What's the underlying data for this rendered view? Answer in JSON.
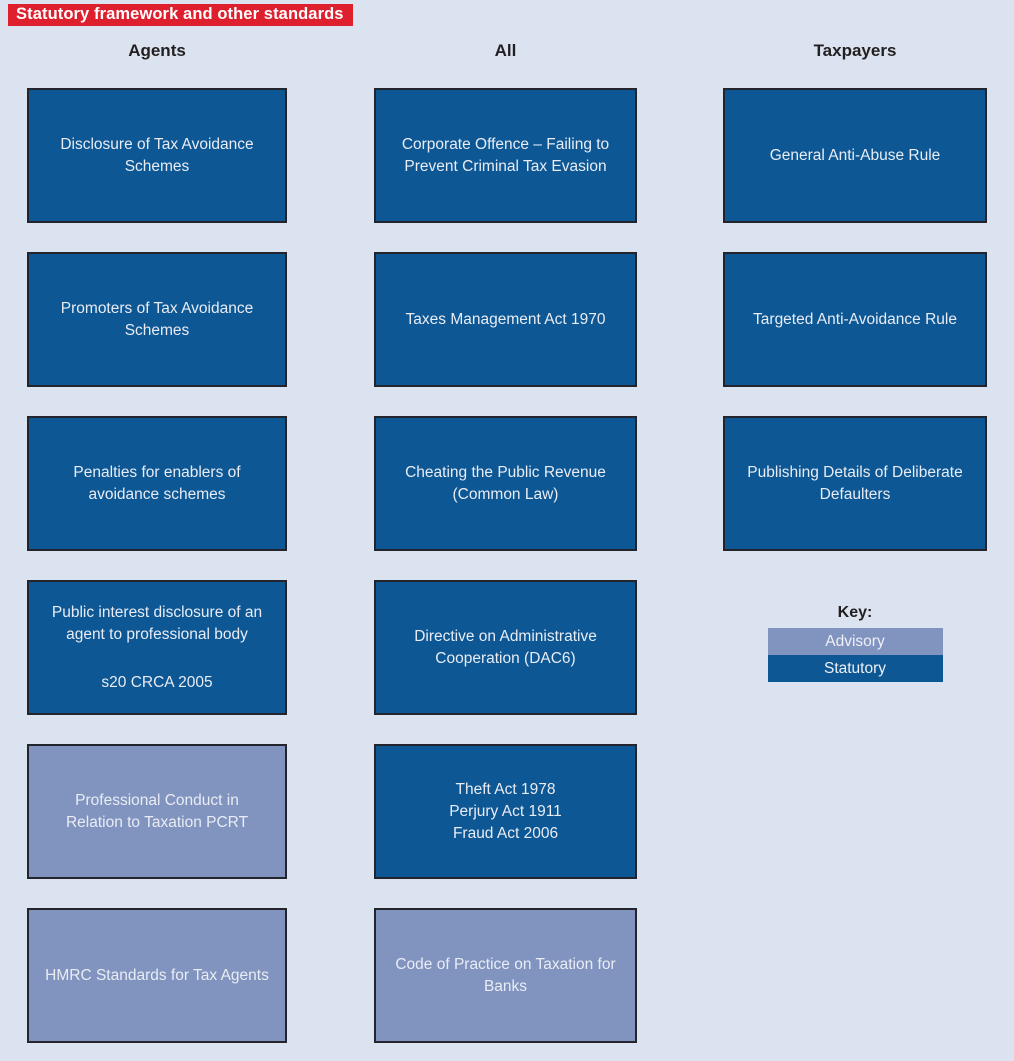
{
  "title": "Statutory framework and other standards",
  "colors": {
    "background": "#dbe2f0",
    "banner_red": "#de1f2e",
    "statutory_blue": "#0c5794",
    "advisory_blue": "#8094bf",
    "box_border": "#23242c",
    "box_text": "#e9ecf4",
    "header_text": "#231f20"
  },
  "columns": [
    {
      "header": "Agents",
      "boxes": [
        {
          "type": "statutory",
          "lines": [
            "Disclosure of Tax Avoidance Schemes"
          ]
        },
        {
          "type": "statutory",
          "lines": [
            "Promoters of Tax Avoidance Schemes"
          ]
        },
        {
          "type": "statutory",
          "lines": [
            "Penalties for enablers of avoidance schemes"
          ]
        },
        {
          "type": "statutory",
          "lines": [
            "Public interest disclosure of an agent to professional body",
            "s20 CRCA 2005"
          ]
        },
        {
          "type": "advisory",
          "lines": [
            "Professional Conduct in Relation to Taxation PCRT"
          ]
        },
        {
          "type": "advisory",
          "lines": [
            "HMRC Standards for Tax Agents"
          ]
        }
      ]
    },
    {
      "header": "All",
      "boxes": [
        {
          "type": "statutory",
          "lines": [
            "Corporate Offence – Failing to Prevent Criminal Tax Evasion"
          ]
        },
        {
          "type": "statutory",
          "lines": [
            "Taxes Management Act 1970"
          ]
        },
        {
          "type": "statutory",
          "lines": [
            "Cheating the Public Revenue (Common Law)"
          ]
        },
        {
          "type": "statutory",
          "lines": [
            "Directive on Administrative Cooperation (DAC6)"
          ]
        },
        {
          "type": "statutory",
          "lines": [
            "Theft Act 1978",
            "Perjury Act 1911",
            "Fraud Act 2006"
          ]
        },
        {
          "type": "advisory",
          "lines": [
            "Code of Practice on Taxation for Banks"
          ]
        }
      ]
    },
    {
      "header": "Taxpayers",
      "boxes": [
        {
          "type": "statutory",
          "lines": [
            "General Anti-Abuse Rule"
          ]
        },
        {
          "type": "statutory",
          "lines": [
            "Targeted Anti-Avoidance Rule"
          ]
        },
        {
          "type": "statutory",
          "lines": [
            "Publishing Details of Deliberate Defaulters"
          ]
        }
      ]
    }
  ],
  "key": {
    "label": "Key:",
    "advisory": "Advisory",
    "statutory": "Statutory"
  }
}
